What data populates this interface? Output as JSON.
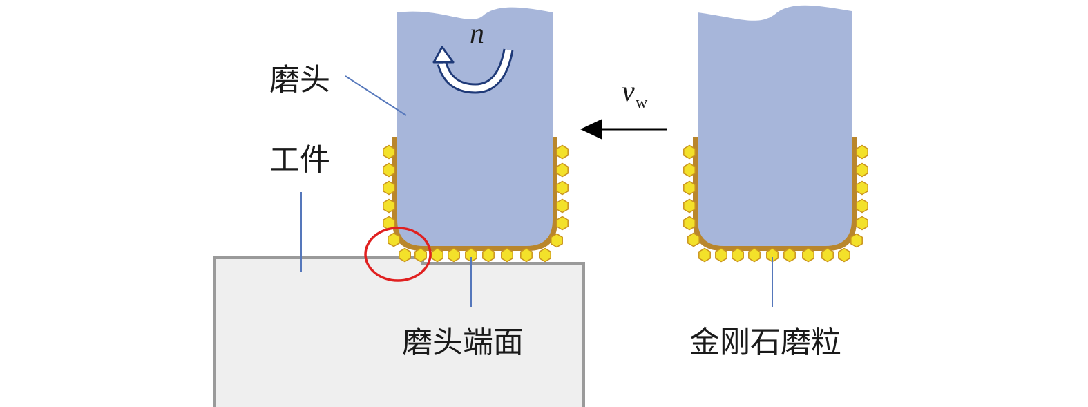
{
  "labels": {
    "grinding_head": "磨头",
    "workpiece": "工件",
    "head_end_face": "磨头端面",
    "diamond_grit": "金刚石磨粒",
    "rotation_speed": "n",
    "feed_velocity": "v",
    "feed_velocity_subscript": "w"
  },
  "colors": {
    "tool_body": "#a7b6da",
    "grit_fill": "#f3e12a",
    "grit_edge": "#c9931e",
    "bond_layer": "#b9862c",
    "workpiece_fill": "#efefef",
    "workpiece_edge": "#9a9a9a",
    "leader_line": "#5577bb",
    "highlight_circle": "#e02020",
    "rotation_arrow": "#1f3a78"
  },
  "icons": {
    "rotation": "curved-rotation-arrow-icon",
    "feed": "left-arrow-icon"
  }
}
